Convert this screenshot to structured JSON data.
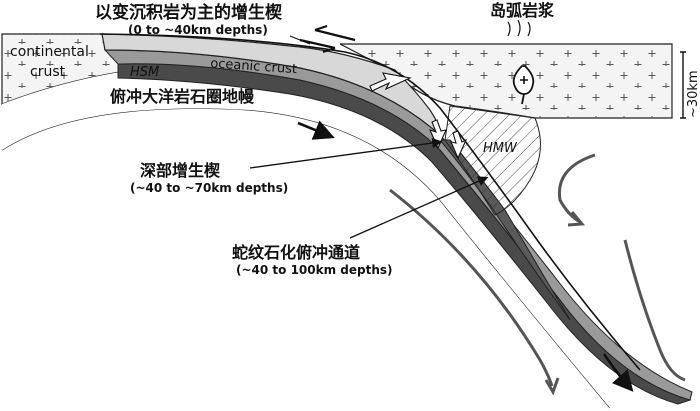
{
  "labels": {
    "accretionary_wedge_cn": "以变沉积岩为主的增生楔",
    "accretionary_wedge_depth": "(0 to ~40km depths)",
    "island_arc_magma_cn": "岛弧岩浆",
    "continental_crust_1": "continental",
    "continental_crust_2": "crust",
    "hsm": "HSM",
    "oceanic_crust": "oceanic crust",
    "subducting_lithosphere_cn": "俯冲大洋岩石圈地幔",
    "deep_wedge_cn": "深部增生楔",
    "deep_wedge_depth": "(~40 to ~70km depths)",
    "hmw": "HMW",
    "serpentinite_channel_cn": "蛇纹石化俯冲通道",
    "serpentinite_channel_depth": "(~40 to 100km depths)",
    "scale": "~30km"
  },
  "colors": {
    "crust_fill": "#f4f4f4",
    "wedge_fill": "#d8d8d8",
    "slab_dark": "#4a4a4a",
    "slab_mid": "#9a9a9a",
    "arrow_gray": "#555555"
  }
}
